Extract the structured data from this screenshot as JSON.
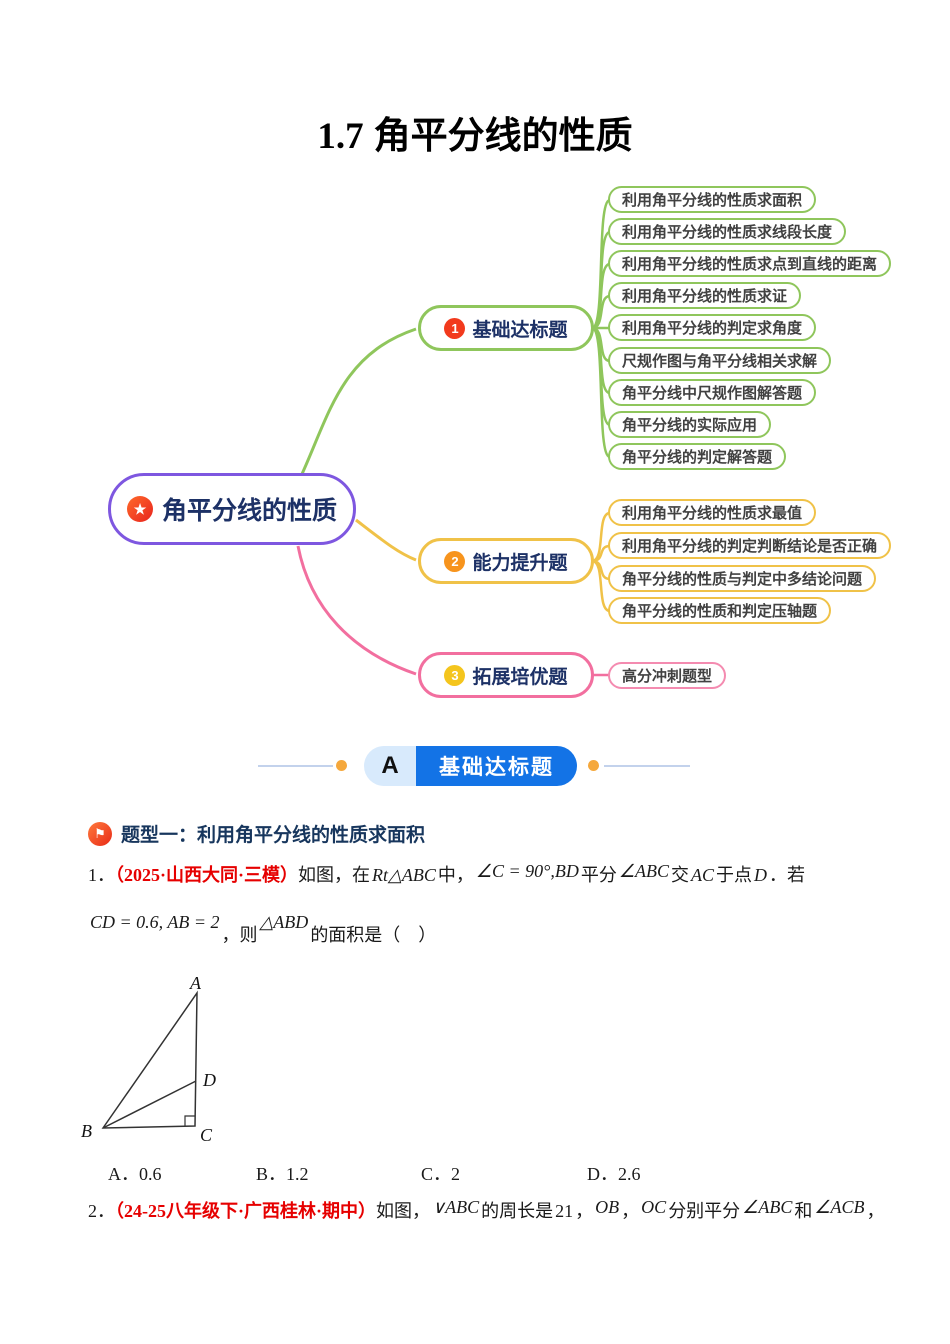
{
  "title": {
    "prefix": "1.7",
    "main": "角平分线的性质"
  },
  "mindmap": {
    "center": {
      "label": "角平分线的性质",
      "icon": "star-icon",
      "border_color": "#7e57e0",
      "text_color": "#1d3166"
    },
    "branches": [
      {
        "number": "1",
        "label": "基础达标题",
        "color": "#8fc65c",
        "badge_color": "#f23a1d",
        "leaves": [
          "利用角平分线的性质求面积",
          "利用角平分线的性质求线段长度",
          "利用角平分线的性质求点到直线的距离",
          "利用角平分线的性质求证",
          "利用角平分线的判定求角度",
          "尺规作图与角平分线相关求解",
          "角平分线中尺规作图解答题",
          "角平分线的实际应用",
          "角平分线的判定解答题"
        ]
      },
      {
        "number": "2",
        "label": "能力提升题",
        "color": "#f0c248",
        "badge_color": "#f7941d",
        "leaves": [
          "利用角平分线的性质求最值",
          "利用角平分线的判定判断结论是否正确",
          "角平分线的性质与判定中多结论问题",
          "角平分线的性质和判定压轴题"
        ]
      },
      {
        "number": "3",
        "label": "拓展培优题",
        "color": "#f26f9f",
        "badge_color": "#f4c51d",
        "leaves": [
          "高分冲刺题型"
        ]
      }
    ]
  },
  "banner": {
    "letter": "A",
    "label": "基础达标题",
    "bar_color": "#1373e6",
    "dot_color": "#f5a83c"
  },
  "topic": {
    "label": "题型一：利用角平分线的性质求面积",
    "icon": "flag-icon"
  },
  "problems": {
    "p1": {
      "number": "1．",
      "source": "（2025·山西大同·三模）",
      "t1": "如图，在",
      "m1": "Rt△ABC",
      "t2": "中，",
      "m2": "∠C = 90°,BD",
      "t3": "平分",
      "m3": "∠ABC",
      "t4": "交",
      "m4": "AC",
      "t5": "于点",
      "m5": "D",
      "t6": "．若",
      "m6": "CD = 0.6, AB = 2",
      "t7": "，则",
      "m7": "△ABD",
      "t8": "的面积是（　）",
      "options": [
        {
          "letter": "A．",
          "value": "0.6"
        },
        {
          "letter": "B．",
          "value": "1.2"
        },
        {
          "letter": "C．",
          "value": "2"
        },
        {
          "letter": "D．",
          "value": "2.6"
        }
      ]
    },
    "p2": {
      "number": "2．",
      "source": "（24-25八年级下·广西桂林·期中）",
      "t1": "如图，",
      "m1": "∨ABC",
      "t2": "的周长是",
      "m2": "21",
      "t3": "，",
      "m3": "OB",
      "t4": "，",
      "m4": "OC",
      "t5": "分别平分",
      "m5": "∠ABC",
      "t6": "和",
      "m6": "∠ACB",
      "t7": "，"
    }
  },
  "figure": {
    "label_a": "A",
    "label_b": "B",
    "label_c": "C",
    "label_d": "D"
  }
}
